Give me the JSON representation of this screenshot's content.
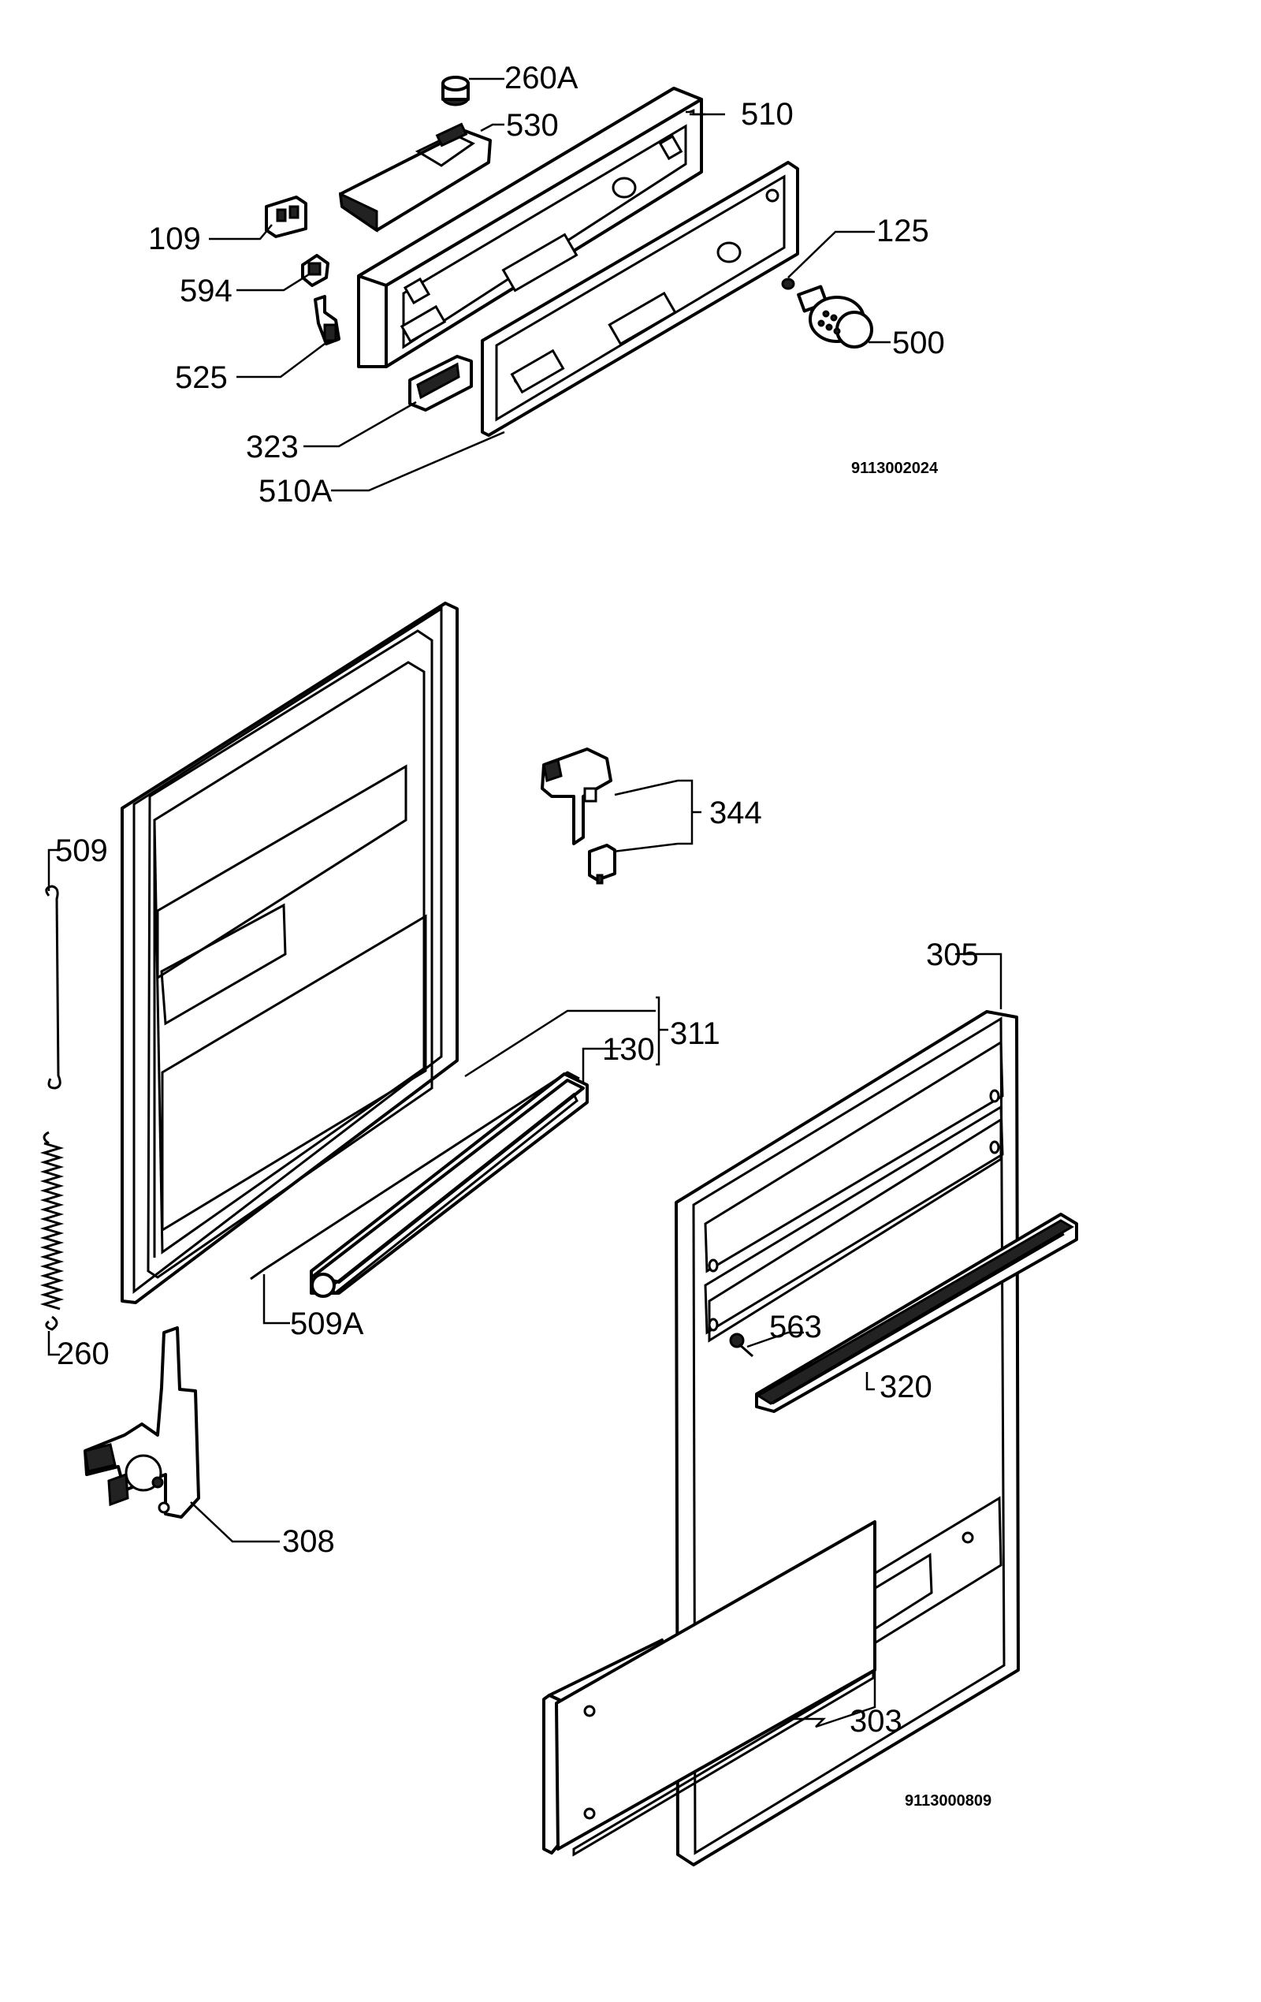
{
  "diagram_top": {
    "code": "9113002024",
    "labels": {
      "l260A": "260A",
      "l530": "530",
      "l510": "510",
      "l109": "109",
      "l125": "125",
      "l594": "594",
      "l500": "500",
      "l525": "525",
      "l323": "323",
      "l510A": "510A"
    }
  },
  "diagram_bottom": {
    "code": "9113000809",
    "labels": {
      "l344": "344",
      "l509": "509",
      "l305": "305",
      "l311": "311",
      "l130": "130",
      "l509A": "509A",
      "l563": "563",
      "l260": "260",
      "l320": "320",
      "l308": "308",
      "l303": "303"
    }
  }
}
